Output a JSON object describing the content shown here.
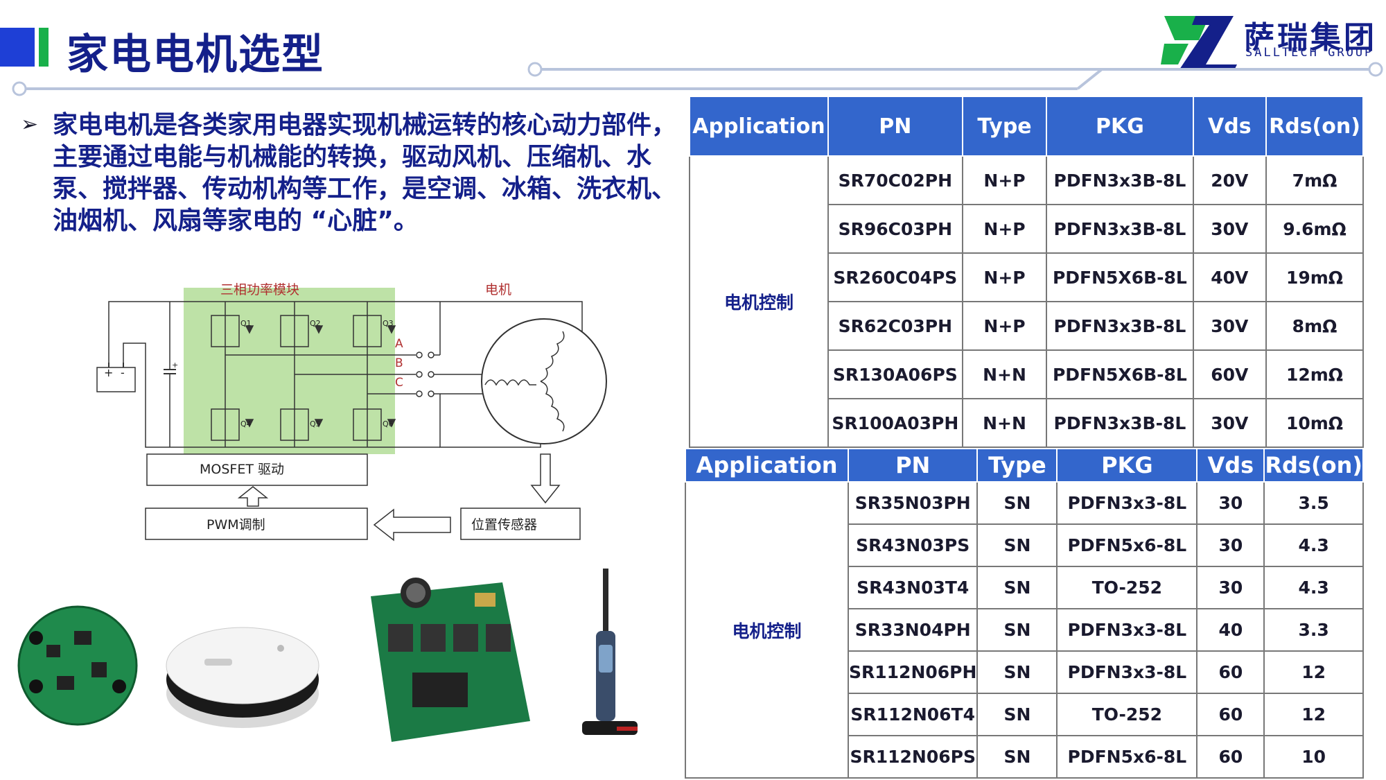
{
  "header": {
    "title": "家电电机选型",
    "logo_cn": "萨瑞集团",
    "logo_en": "SALLTECH GROUP",
    "colors": {
      "accent_blue": "#1e3fd6",
      "accent_green": "#19b04a",
      "title": "#14208a",
      "table_header": "#3366cc"
    }
  },
  "intro": {
    "text": "家电电机是各类家用电器实现机械运转的核心动力部件，主要通过电能与机械能的转换，驱动风机、压缩机、水泵、搅拌器、传动机构等工作，是空调、冰箱、洗衣机、油烟机、风扇等家电的 “心脏”。"
  },
  "diagram": {
    "module_label": "三相功率模块",
    "motor_label": "电机",
    "phase_a": "A",
    "phase_b": "B",
    "phase_c": "C",
    "battery_plus": "+",
    "battery_minus": "-",
    "cap_plus": "+",
    "q_labels": [
      "Q1",
      "Q2",
      "Q3",
      "Q4",
      "Q5",
      "Q6"
    ],
    "driver_label": "MOSFET 驱动",
    "pwm_label": "PWM调制",
    "sensor_label": "位置传感器"
  },
  "table1": {
    "headers": [
      "Application",
      "PN",
      "Type",
      "PKG",
      "Vds",
      "Rds(on)"
    ],
    "application": "电机控制",
    "rows": [
      [
        "SR70C02PH",
        "N+P",
        "PDFN3x3B-8L",
        "20V",
        "7mΩ"
      ],
      [
        "SR96C03PH",
        "N+P",
        "PDFN3x3B-8L",
        "30V",
        "9.6mΩ"
      ],
      [
        "SR260C04PS",
        "N+P",
        "PDFN5X6B-8L",
        "40V",
        "19mΩ"
      ],
      [
        "SR62C03PH",
        "N+P",
        "PDFN3x3B-8L",
        "30V",
        "8mΩ"
      ],
      [
        "SR130A06PS",
        "N+N",
        "PDFN5X6B-8L",
        "60V",
        "12mΩ"
      ],
      [
        "SR100A03PH",
        "N+N",
        "PDFN3x3B-8L",
        "30V",
        "10mΩ"
      ]
    ]
  },
  "table2": {
    "headers": [
      "Application",
      "PN",
      "Type",
      "PKG",
      "Vds",
      "Rds(on)"
    ],
    "application": "电机控制",
    "rows": [
      [
        "SR35N03PH",
        "SN",
        "PDFN3x3-8L",
        "30",
        "3.5"
      ],
      [
        "SR43N03PS",
        "SN",
        "PDFN5x6-8L",
        "30",
        "4.3"
      ],
      [
        "SR43N03T4",
        "SN",
        "TO-252",
        "30",
        "4.3"
      ],
      [
        "SR33N04PH",
        "SN",
        "PDFN3x3-8L",
        "40",
        "3.3"
      ],
      [
        "SR112N06PH",
        "SN",
        "PDFN3x3-8L",
        "60",
        "12"
      ],
      [
        "SR112N06T4",
        "SN",
        "TO-252",
        "60",
        "12"
      ],
      [
        "SR112N06PS",
        "SN",
        "PDFN5x6-8L",
        "60",
        "10"
      ]
    ]
  }
}
